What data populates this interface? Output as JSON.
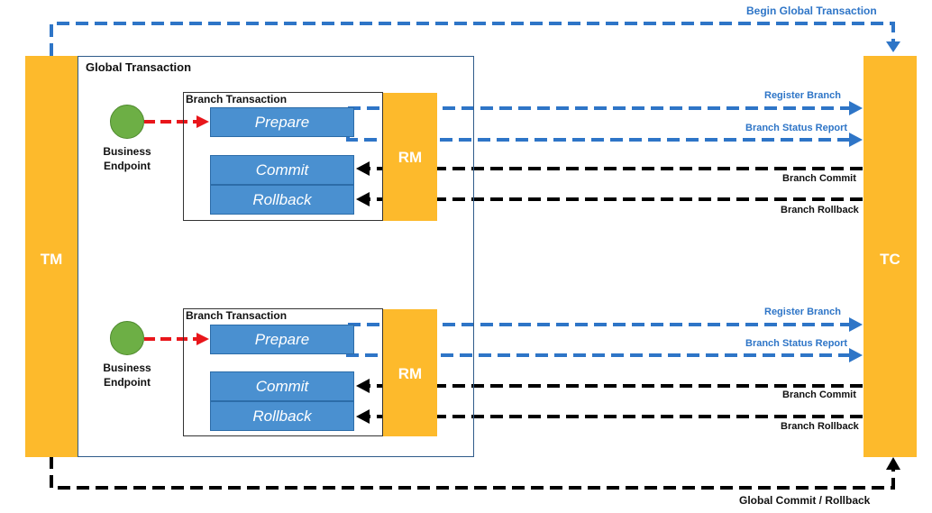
{
  "header": {
    "begin_label": "Begin Global Transaction"
  },
  "tm": {
    "label": "TM"
  },
  "tc": {
    "label": "TC"
  },
  "global_tx": {
    "label": "Global Transaction"
  },
  "footer": {
    "global_commit_label": "Global Commit / Rollback"
  },
  "branches": [
    {
      "title": "Branch Transaction",
      "prepare": "Prepare",
      "commit": "Commit",
      "rollback": "Rollback",
      "rm": "RM",
      "endpoint": "Business\nEndpoint",
      "register": "Register Branch",
      "status": "Branch Status Report",
      "branch_commit": "Branch Commit",
      "branch_rollback": "Branch Rollback"
    },
    {
      "title": "Branch Transaction",
      "prepare": "Prepare",
      "commit": "Commit",
      "rollback": "Rollback",
      "rm": "RM",
      "endpoint": "Business\nEndpoint",
      "register": "Register Branch",
      "status": "Branch Status Report",
      "branch_commit": "Branch Commit",
      "branch_rollback": "Branch Rollback"
    }
  ],
  "colors": {
    "bar": "#FDBA2C",
    "op": "#4A90D0",
    "endpoint": "#6DAF45",
    "blue_arrow": "#2E75C7",
    "black_arrow": "#000000",
    "red_arrow": "#E8161B"
  }
}
